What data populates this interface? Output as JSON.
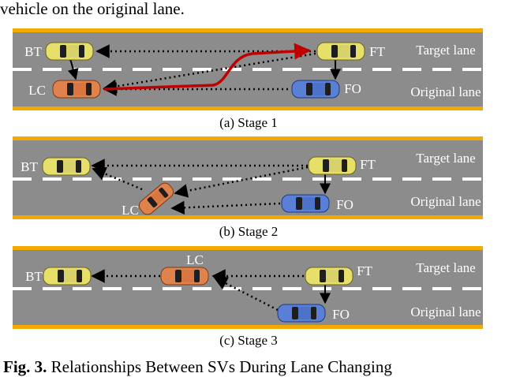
{
  "text_above": "vehicle on the original lane.",
  "caption": {
    "prefix": "Fig. 3.",
    "text": "Relationships Between SVs During Lane Changing"
  },
  "panels": [
    {
      "caption": "(a)  Stage 1",
      "lane_labels": {
        "target": "Target lane",
        "original": "Original lane"
      },
      "vehicle_labels": {
        "BT": "BT",
        "FT": "FT",
        "LC": "LC",
        "FO": "FO"
      }
    },
    {
      "caption": "(b)  Stage 2",
      "lane_labels": {
        "target": "Target lane",
        "original": "Original lane"
      },
      "vehicle_labels": {
        "BT": "BT",
        "FT": "FT",
        "LC": "LC",
        "FO": "FO"
      }
    },
    {
      "caption": "(c)  Stage 3",
      "lane_labels": {
        "target": "Target lane",
        "original": "Original lane"
      },
      "vehicle_labels": {
        "BT": "BT",
        "FT": "FT",
        "LC": "LC",
        "FO": "FO"
      }
    }
  ],
  "colors": {
    "road": "#8c8c8c",
    "edge": "#f2a900",
    "car_yellow": "#e6df6a",
    "car_orange": "#e0824c",
    "car_blue": "#5a7fd6",
    "trajectory": "#c00000"
  }
}
